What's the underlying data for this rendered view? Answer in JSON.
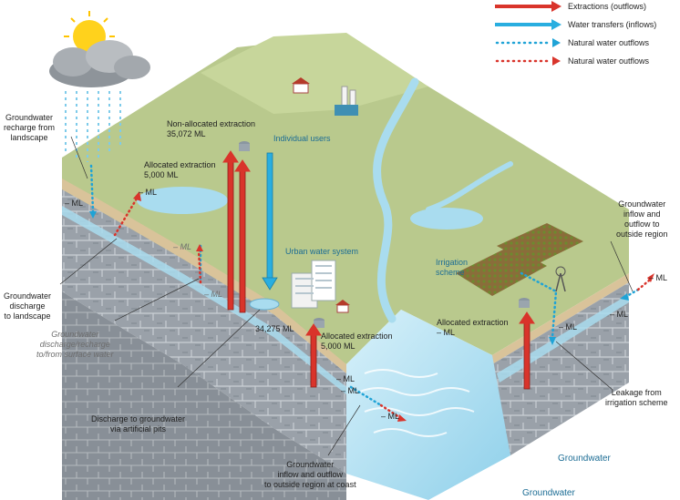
{
  "legend": {
    "extractions": "Extractions (outflows)",
    "transfers": "Water transfers (inflows)",
    "natural_blue": "Natural water outflows",
    "natural_red": "Natural water outflows"
  },
  "labels": {
    "gw_recharge": "Groundwater\nrecharge from\nlandscape",
    "gw_discharge": "Groundwater\ndischarge\nto landscape",
    "gw_discharge_recharge": "Groundwater\ndischarge/recharge\nto/from surface water",
    "discharge_pits": "Discharge to groundwater\nvia artificial pits",
    "coast_flow": "Groundwater\ninflow and outflow\nto outside region at coast",
    "nonalloc": "Non-allocated extraction\n35,072 ML",
    "alloc_left": "Allocated extraction\n5,000 ML",
    "individual_users": "Individual users",
    "urban_system": "Urban water system",
    "transfer_value": "34,275 ML",
    "alloc_mid": "Allocated extraction\n5,000 ML",
    "irrigation_scheme": "Irrigation\nscheme",
    "alloc_right": "Allocated extraction\n– ML",
    "gw_inflow_outflow": "Groundwater\ninflow and\noutflow to\noutside region",
    "leakage": "Leakage from\nirrigation scheme",
    "groundwater_1": "Groundwater",
    "groundwater_2": "Groundwater",
    "ml_a": "– ML",
    "ml_b": "– ML",
    "ml_c": "– ML",
    "ml_d": "– ML",
    "ml_e": "– ML",
    "ml_f": "– ML",
    "ml_g": "– ML",
    "ml_h": "– ML",
    "ml_i": "– ML",
    "ml_j": "– ML"
  },
  "colors": {
    "extraction_red": "#d9342b",
    "transfer_blue": "#29aee0",
    "natural_blue": "#1fa3d6",
    "natural_red": "#d9342b",
    "land_green": "#b7c88a",
    "rock_grey": "#8f97a0",
    "soil_tan": "#d9c39a",
    "water_blue": "#a9dcef",
    "text_blue": "#1b6c94"
  },
  "icons": [
    "sun-icon",
    "cloud-icon",
    "rain-icon",
    "house-icon",
    "factory-icon",
    "building-icon",
    "windmill-icon",
    "tank-icon"
  ]
}
